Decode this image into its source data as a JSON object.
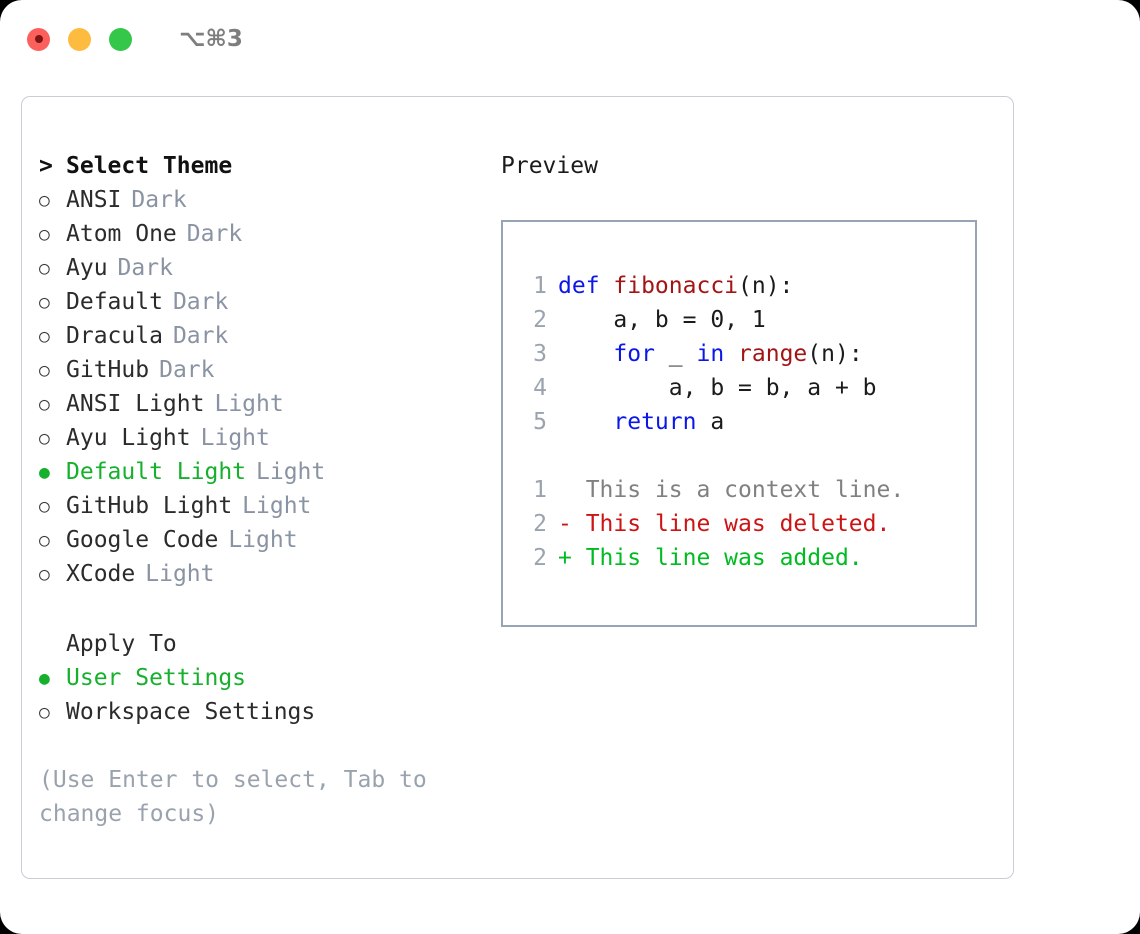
{
  "window": {
    "shortcut": "⌥⌘3",
    "lights": [
      "close-red",
      "minimize-yellow",
      "maximize-green"
    ]
  },
  "theme_picker": {
    "header": {
      "marker": ">",
      "label": "Select Theme"
    },
    "options": [
      {
        "marker": "○",
        "label": "ANSI",
        "tag": "Dark",
        "selected": false
      },
      {
        "marker": "○",
        "label": "Atom One",
        "tag": "Dark",
        "selected": false
      },
      {
        "marker": "○",
        "label": "Ayu",
        "tag": "Dark",
        "selected": false
      },
      {
        "marker": "○",
        "label": "Default",
        "tag": "Dark",
        "selected": false
      },
      {
        "marker": "○",
        "label": "Dracula",
        "tag": "Dark",
        "selected": false
      },
      {
        "marker": "○",
        "label": "GitHub",
        "tag": "Dark",
        "selected": false
      },
      {
        "marker": "○",
        "label": "ANSI Light",
        "tag": "Light",
        "selected": false
      },
      {
        "marker": "○",
        "label": "Ayu Light",
        "tag": "Light",
        "selected": false
      },
      {
        "marker": "●",
        "label": "Default Light",
        "tag": "Light",
        "selected": true
      },
      {
        "marker": "○",
        "label": "GitHub Light",
        "tag": "Light",
        "selected": false
      },
      {
        "marker": "○",
        "label": "Google Code",
        "tag": "Light",
        "selected": false
      },
      {
        "marker": "○",
        "label": "XCode",
        "tag": "Light",
        "selected": false
      }
    ]
  },
  "apply_to": {
    "header": {
      "marker": " ",
      "label": "Apply To"
    },
    "options": [
      {
        "marker": "●",
        "label": "User Settings",
        "selected": true
      },
      {
        "marker": "○",
        "label": "Workspace Settings",
        "selected": false
      }
    ]
  },
  "footer": {
    "hint": "(Use Enter to select, Tab to\nchange focus)"
  },
  "preview": {
    "title": "Preview",
    "code": [
      {
        "num": "1",
        "tokens": [
          {
            "t": "def ",
            "c": "kw"
          },
          {
            "t": "fibonacci",
            "c": "fn"
          },
          {
            "t": "(n):",
            "c": "plain"
          }
        ]
      },
      {
        "num": "2",
        "tokens": [
          {
            "t": "    a, b = 0, 1",
            "c": "plain"
          }
        ]
      },
      {
        "num": "3",
        "tokens": [
          {
            "t": "    ",
            "c": "plain"
          },
          {
            "t": "for",
            "c": "kw"
          },
          {
            "t": " _ ",
            "c": "plain"
          },
          {
            "t": "in ",
            "c": "kw"
          },
          {
            "t": "range",
            "c": "fn"
          },
          {
            "t": "(n):",
            "c": "plain"
          }
        ]
      },
      {
        "num": "4",
        "tokens": [
          {
            "t": "        a, b = b, a + b",
            "c": "plain"
          }
        ]
      },
      {
        "num": "5",
        "tokens": [
          {
            "t": "    ",
            "c": "plain"
          },
          {
            "t": "return",
            "c": "kw"
          },
          {
            "t": " a",
            "c": "plain"
          }
        ]
      }
    ],
    "diff": [
      {
        "num": "1",
        "sign": "  ",
        "text": "This is a context line.",
        "kind": "ctx"
      },
      {
        "num": "2",
        "sign": "- ",
        "text": "This line was deleted.",
        "kind": "del"
      },
      {
        "num": "2",
        "sign": "+ ",
        "text": "This line was added.",
        "kind": "add"
      }
    ]
  },
  "colors": {
    "selected_green": "#16b02d",
    "added_green": "#00bb22",
    "deleted_red": "#cc1414",
    "keyword_blue": "#0b17e8",
    "function_red": "#a31515",
    "muted_gray": "#8a93a3",
    "border_gray": "#c9cdd4",
    "preview_border": "#97a4b4"
  }
}
